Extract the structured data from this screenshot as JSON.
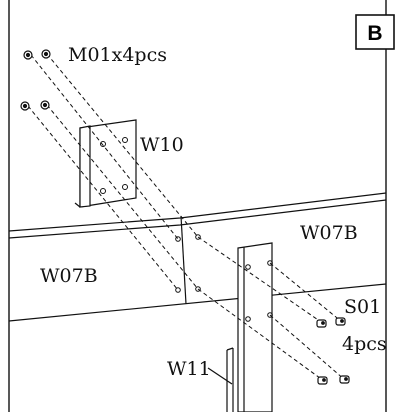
{
  "step_badge": "B",
  "labels": {
    "screws_top": "M01x4pcs",
    "bracket": "W10",
    "board_right": "W07B",
    "board_left": "W07B",
    "screws_right_code": "S01",
    "screws_right_qty": "4pcs",
    "post": "W11"
  },
  "colors": {
    "line": "#111111",
    "background": "#ffffff"
  }
}
